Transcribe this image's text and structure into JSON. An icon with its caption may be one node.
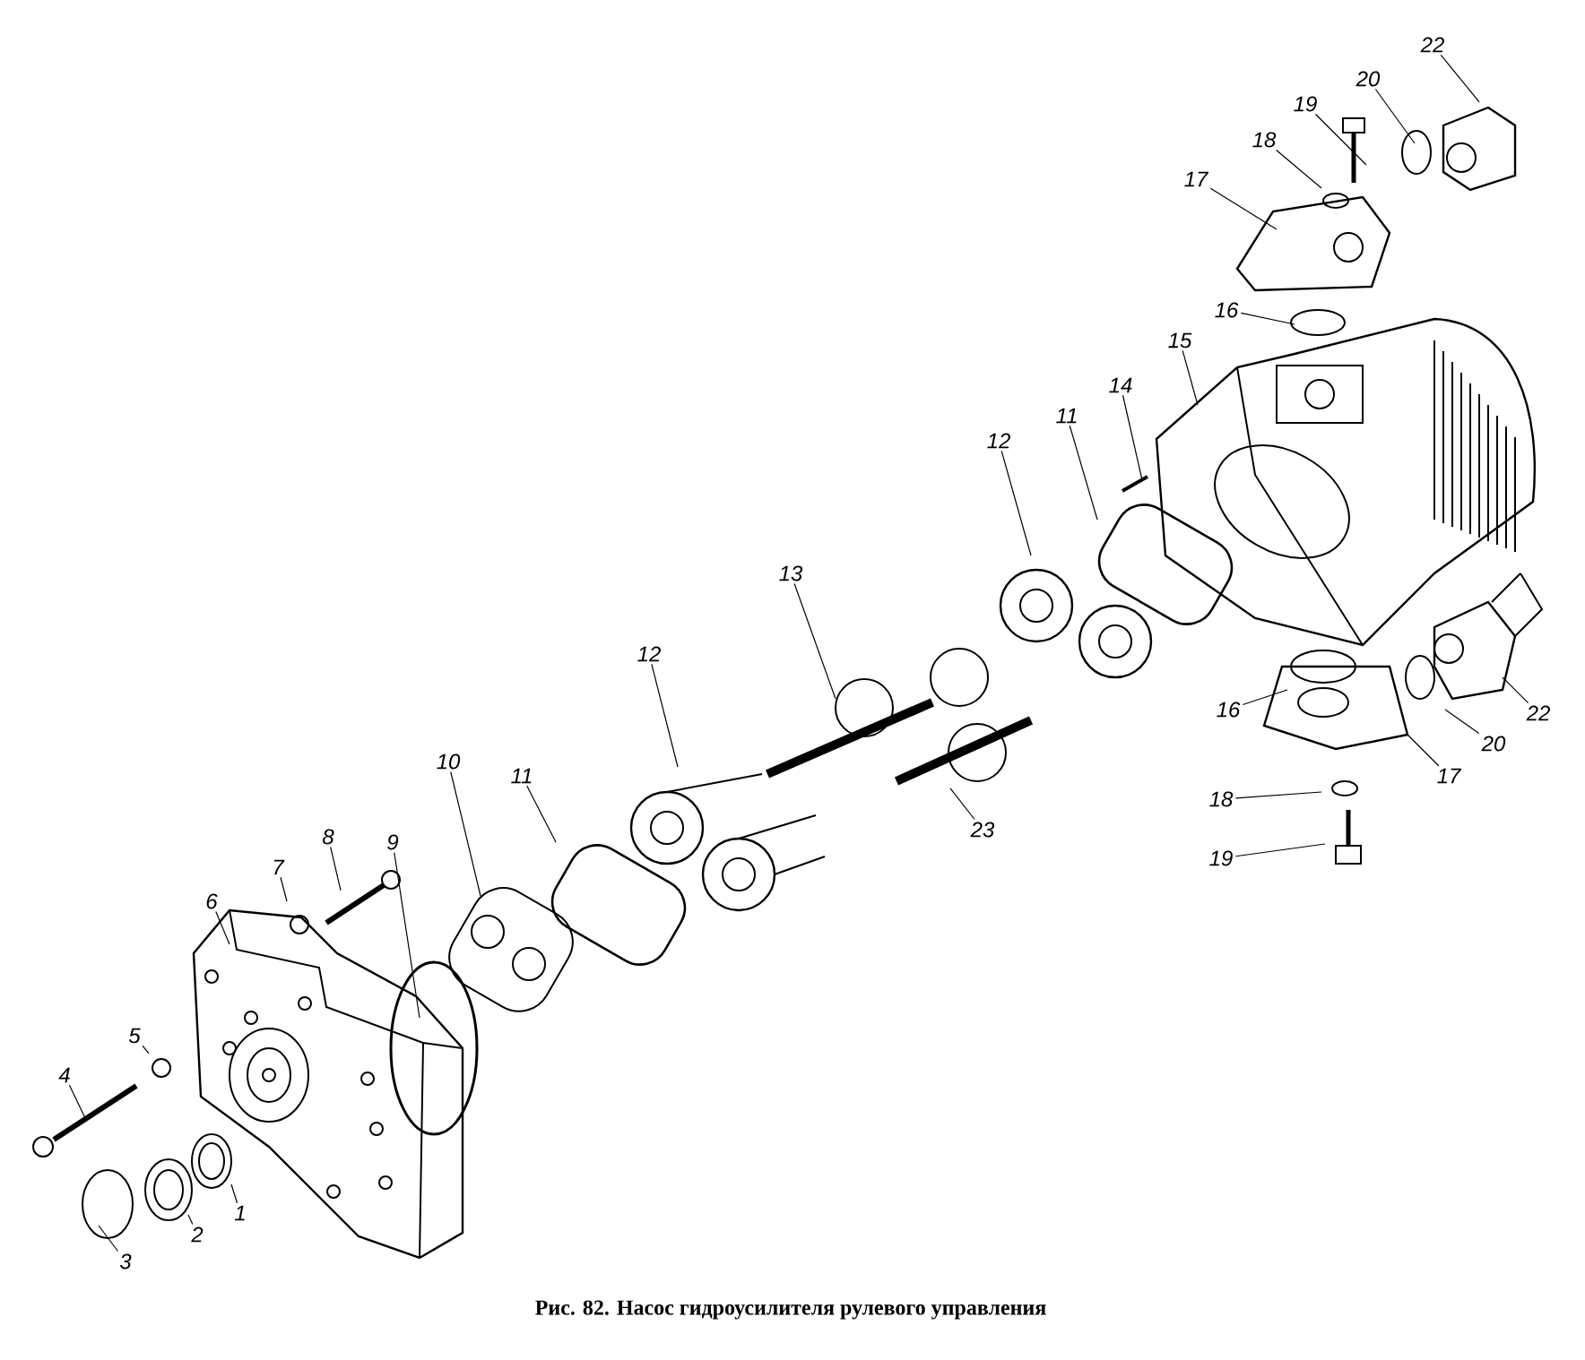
{
  "diagram": {
    "caption": "Рис. 82. Насос гидроусилителя рулевого управления",
    "nodes": [
      {
        "text": [
          "22"
        ]
      },
      {
        "text": [
          "20"
        ]
      },
      {
        "text": [
          "19"
        ]
      },
      {
        "text": [
          "18"
        ]
      },
      {
        "text": [
          "17"
        ]
      },
      {
        "text": [
          "16"
        ]
      },
      {
        "text": [
          "15"
        ]
      },
      {
        "text": [
          "14"
        ]
      },
      {
        "text": [
          "11"
        ]
      },
      {
        "text": [
          "12"
        ]
      },
      {
        "text": [
          "13"
        ]
      },
      {
        "text": [
          "12"
        ]
      },
      {
        "text": [
          "16"
        ]
      },
      {
        "text": [
          "22"
        ]
      },
      {
        "text": [
          "20"
        ]
      },
      {
        "text": [
          "17"
        ]
      },
      {
        "text": [
          "11"
        ]
      },
      {
        "text": [
          "10"
        ]
      },
      {
        "text": [
          "18"
        ]
      },
      {
        "text": [
          "23"
        ]
      },
      {
        "text": [
          "8"
        ]
      },
      {
        "text": [
          "9"
        ]
      },
      {
        "text": [
          "19"
        ]
      },
      {
        "text": [
          "7"
        ]
      },
      {
        "text": [
          "6"
        ]
      },
      {
        "text": [
          "5"
        ]
      },
      {
        "text": [
          "4"
        ]
      },
      {
        "text": [
          "1"
        ]
      },
      {
        "text": [
          "2"
        ]
      },
      {
        "text": [
          "3"
        ]
      }
    ],
    "edges": [
      {
        "from": 0,
        "to": null,
        "arrow": "none"
      },
      {
        "from": 1,
        "to": null,
        "arrow": "none"
      },
      {
        "from": 2,
        "to": null,
        "arrow": "none"
      },
      {
        "from": 3,
        "to": null,
        "arrow": "none"
      },
      {
        "from": 4,
        "to": null,
        "arrow": "none"
      },
      {
        "from": 5,
        "to": null,
        "arrow": "none"
      },
      {
        "from": 6,
        "to": null,
        "arrow": "none"
      },
      {
        "from": 7,
        "to": null,
        "arrow": "none"
      },
      {
        "from": 8,
        "to": null,
        "arrow": "none"
      },
      {
        "from": 9,
        "to": null,
        "arrow": "none"
      },
      {
        "from": 10,
        "to": null,
        "arrow": "none"
      },
      {
        "from": 11,
        "to": null,
        "arrow": "none"
      },
      {
        "from": 12,
        "to": null,
        "arrow": "none"
      },
      {
        "from": 13,
        "to": null,
        "arrow": "none"
      },
      {
        "from": 14,
        "to": null,
        "arrow": "none"
      },
      {
        "from": 15,
        "to": null,
        "arrow": "none"
      },
      {
        "from": 16,
        "to": null,
        "arrow": "none"
      },
      {
        "from": 17,
        "to": null,
        "arrow": "none"
      },
      {
        "from": 18,
        "to": null,
        "arrow": "none"
      },
      {
        "from": 19,
        "to": null,
        "arrow": "none"
      },
      {
        "from": 20,
        "to": null,
        "arrow": "none"
      },
      {
        "from": 21,
        "to": null,
        "arrow": "none"
      },
      {
        "from": 22,
        "to": null,
        "arrow": "none"
      },
      {
        "from": 23,
        "to": null,
        "arrow": "none"
      },
      {
        "from": 24,
        "to": null,
        "arrow": "none"
      },
      {
        "from": 25,
        "to": null,
        "arrow": "none"
      },
      {
        "from": 26,
        "to": null,
        "arrow": "none"
      },
      {
        "from": 27,
        "to": null,
        "arrow": "none"
      },
      {
        "from": 28,
        "to": null,
        "arrow": "none"
      },
      {
        "from": 29,
        "to": null,
        "arrow": "none"
      }
    ]
  }
}
